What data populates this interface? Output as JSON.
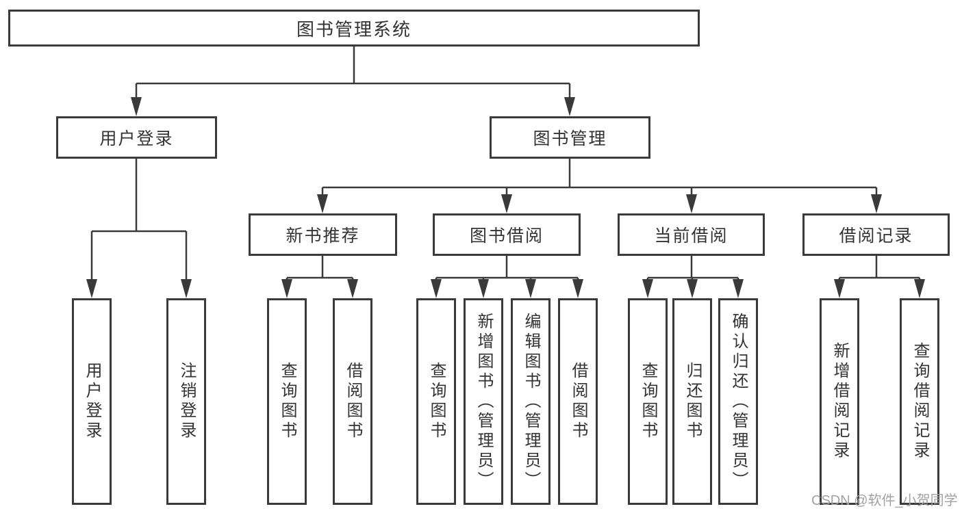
{
  "diagram": {
    "type": "hierarchy",
    "root": {
      "id": "library-management-system",
      "label": "图书管理系统"
    },
    "level2": [
      {
        "id": "user-login",
        "label": "用户登录",
        "parent": "library-management-system"
      },
      {
        "id": "book-management",
        "label": "图书管理",
        "parent": "library-management-system"
      }
    ],
    "level3": [
      {
        "id": "new-book-recommend",
        "label": "新书推荐",
        "parent": "book-management"
      },
      {
        "id": "book-borrowing",
        "label": "图书借阅",
        "parent": "book-management"
      },
      {
        "id": "current-borrowing",
        "label": "当前借阅",
        "parent": "book-management"
      },
      {
        "id": "borrowing-records",
        "label": "借阅记录",
        "parent": "book-management"
      }
    ],
    "leaves": [
      {
        "id": "leaf-user-login",
        "label": "用户登录",
        "parent": "user-login"
      },
      {
        "id": "leaf-logout",
        "label": "注销登录",
        "parent": "user-login"
      },
      {
        "id": "leaf-query-books-recommend",
        "label": "查询图书",
        "parent": "new-book-recommend"
      },
      {
        "id": "leaf-borrow-books-recommend",
        "label": "借阅图书",
        "parent": "new-book-recommend"
      },
      {
        "id": "leaf-query-books-borrowing",
        "label": "查询图书",
        "parent": "book-borrowing"
      },
      {
        "id": "leaf-add-books-admin",
        "label": "新增图书（管理员）",
        "parent": "book-borrowing"
      },
      {
        "id": "leaf-edit-books-admin",
        "label": "编辑图书（管理员）",
        "parent": "book-borrowing"
      },
      {
        "id": "leaf-borrow-books-borrowing",
        "label": "借阅图书",
        "parent": "book-borrowing"
      },
      {
        "id": "leaf-query-books-current",
        "label": "查询图书",
        "parent": "current-borrowing"
      },
      {
        "id": "leaf-return-books",
        "label": "归还图书",
        "parent": "current-borrowing"
      },
      {
        "id": "leaf-confirm-return-admin",
        "label": "确认归还（管理员）",
        "parent": "current-borrowing"
      },
      {
        "id": "leaf-add-borrow-record",
        "label": "新增借阅记录",
        "parent": "borrowing-records"
      },
      {
        "id": "leaf-query-borrow-record",
        "label": "查询借阅记录",
        "parent": "borrowing-records"
      }
    ],
    "colors": {
      "line": "#3a3a3a",
      "text": "#333333",
      "box_background": "#ffffff"
    }
  },
  "watermark": {
    "text": "CSDN @软件_小贺同学",
    "color": "#a2a2a2"
  }
}
